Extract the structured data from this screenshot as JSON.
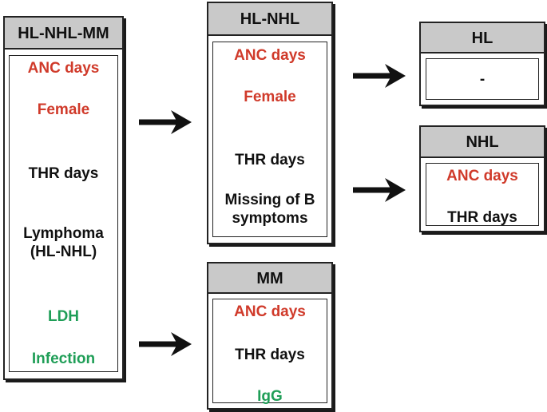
{
  "colors": {
    "red": "#d03a2a",
    "black": "#111111",
    "green": "#1f9e57",
    "header_bg": "#c9c9c9"
  },
  "boxes": {
    "hl_nhl_mm": {
      "title": "HL-NHL-MM",
      "items": [
        {
          "text": "ANC days",
          "color": "red"
        },
        {
          "text": "Female",
          "color": "red"
        },
        {
          "text": "THR days",
          "color": "black"
        },
        {
          "text": "Lymphoma\n(HL-NHL)",
          "color": "black"
        },
        {
          "text": "LDH",
          "color": "green"
        },
        {
          "text": "Infection",
          "color": "green"
        }
      ]
    },
    "hl_nhl": {
      "title": "HL-NHL",
      "items": [
        {
          "text": "ANC days",
          "color": "red"
        },
        {
          "text": "Female",
          "color": "red"
        },
        {
          "text": "THR days",
          "color": "black"
        },
        {
          "text": "Missing of B\nsymptoms",
          "color": "black"
        }
      ]
    },
    "mm": {
      "title": "MM",
      "items": [
        {
          "text": "ANC days",
          "color": "red"
        },
        {
          "text": "THR days",
          "color": "black"
        },
        {
          "text": "IgG",
          "color": "green"
        }
      ]
    },
    "hl": {
      "title": "HL",
      "items": [
        {
          "text": "-",
          "color": "black"
        }
      ]
    },
    "nhl": {
      "title": "NHL",
      "items": [
        {
          "text": "ANC days",
          "color": "red"
        },
        {
          "text": "THR days",
          "color": "black"
        }
      ]
    }
  }
}
